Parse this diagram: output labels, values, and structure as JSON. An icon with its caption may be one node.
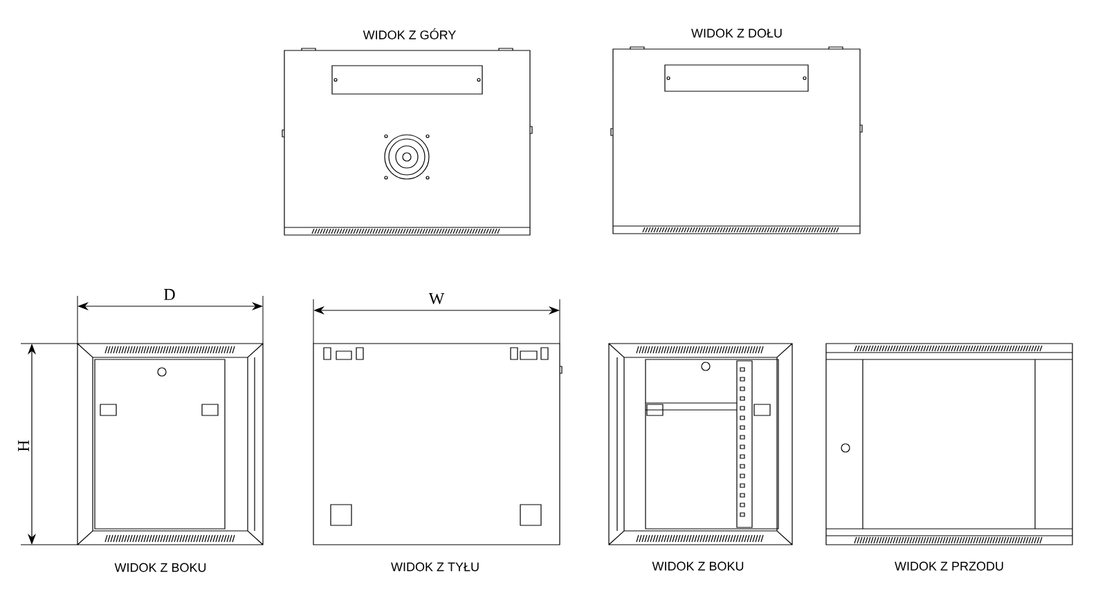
{
  "diagram": {
    "labels": [
      "WIDOK Z GÓRY",
      "WIDOK Z DOŁU",
      "D",
      "W",
      "H",
      "WIDOK Z BOKU",
      "WIDOK Z TYŁU",
      "WIDOK Z BOKU",
      "WIDOK Z PRZODU"
    ]
  }
}
